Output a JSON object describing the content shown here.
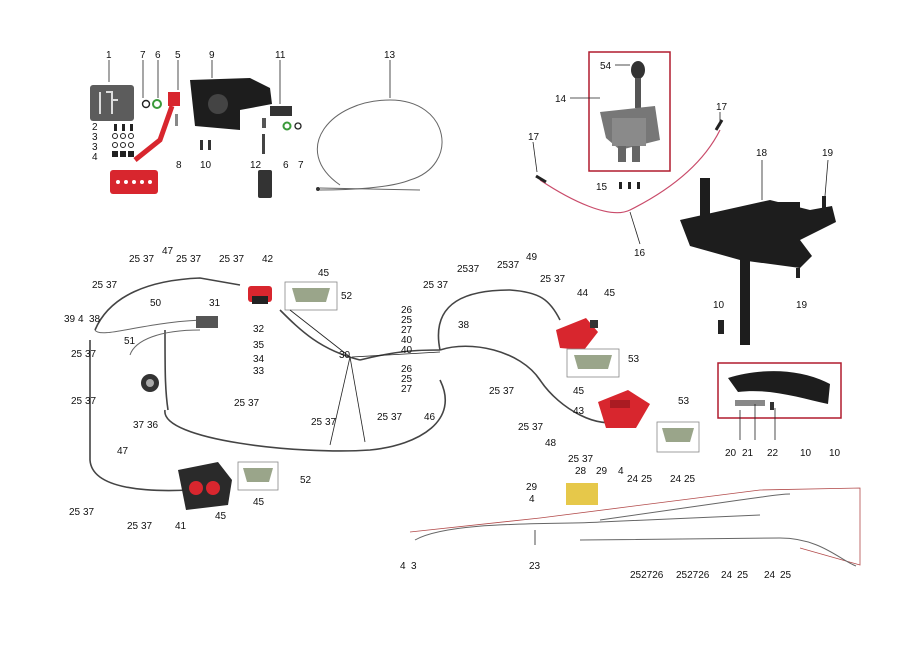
{
  "callouts": [
    {
      "text": "1"
    },
    {
      "text": "7"
    },
    {
      "text": "6"
    },
    {
      "text": "5"
    },
    {
      "text": "9"
    },
    {
      "text": "11"
    },
    {
      "text": "13"
    },
    {
      "text": "54"
    },
    {
      "text": "14"
    },
    {
      "text": "17"
    },
    {
      "text": "17"
    },
    {
      "text": "2"
    },
    {
      "text": "3"
    },
    {
      "text": "3"
    },
    {
      "text": "4"
    },
    {
      "text": "8"
    },
    {
      "text": "10"
    },
    {
      "text": "12"
    },
    {
      "text": "6"
    },
    {
      "text": "7"
    },
    {
      "text": "18"
    },
    {
      "text": "19"
    },
    {
      "text": "15"
    },
    {
      "text": "16"
    },
    {
      "text": "19"
    },
    {
      "text": "10"
    },
    {
      "text": "25"
    },
    {
      "text": "37"
    },
    {
      "text": "47"
    },
    {
      "text": "25"
    },
    {
      "text": "37"
    },
    {
      "text": "25"
    },
    {
      "text": "37"
    },
    {
      "text": "42"
    },
    {
      "text": "45"
    },
    {
      "text": "52"
    },
    {
      "text": "25"
    },
    {
      "text": "37"
    },
    {
      "text": "39"
    },
    {
      "text": "4"
    },
    {
      "text": "38"
    },
    {
      "text": "50"
    },
    {
      "text": "31"
    },
    {
      "text": "51"
    },
    {
      "text": "32"
    },
    {
      "text": "35"
    },
    {
      "text": "34"
    },
    {
      "text": "33"
    },
    {
      "text": "25"
    },
    {
      "text": "37"
    },
    {
      "text": "2537"
    },
    {
      "text": "2537"
    },
    {
      "text": "49"
    },
    {
      "text": "25"
    },
    {
      "text": "37"
    },
    {
      "text": "25"
    },
    {
      "text": "37"
    },
    {
      "text": "44"
    },
    {
      "text": "45"
    },
    {
      "text": "26"
    },
    {
      "text": "25"
    },
    {
      "text": "27"
    },
    {
      "text": "40"
    },
    {
      "text": "40"
    },
    {
      "text": "38"
    },
    {
      "text": "30"
    },
    {
      "text": "53"
    },
    {
      "text": "26"
    },
    {
      "text": "25"
    },
    {
      "text": "27"
    },
    {
      "text": "25"
    },
    {
      "text": "37"
    },
    {
      "text": "45"
    },
    {
      "text": "43"
    },
    {
      "text": "53"
    },
    {
      "text": "25"
    },
    {
      "text": "37"
    },
    {
      "text": "37"
    },
    {
      "text": "36"
    },
    {
      "text": "25"
    },
    {
      "text": "37"
    },
    {
      "text": "25"
    },
    {
      "text": "37"
    },
    {
      "text": "25"
    },
    {
      "text": "37"
    },
    {
      "text": "46"
    },
    {
      "text": "25"
    },
    {
      "text": "37"
    },
    {
      "text": "48"
    },
    {
      "text": "25"
    },
    {
      "text": "37"
    },
    {
      "text": "47"
    },
    {
      "text": "52"
    },
    {
      "text": "25"
    },
    {
      "text": "37"
    },
    {
      "text": "25"
    },
    {
      "text": "37"
    },
    {
      "text": "41"
    },
    {
      "text": "45"
    },
    {
      "text": "45"
    },
    {
      "text": "28"
    },
    {
      "text": "29"
    },
    {
      "text": "29"
    },
    {
      "text": "4"
    },
    {
      "text": "4"
    },
    {
      "text": "24"
    },
    {
      "text": "25"
    },
    {
      "text": "24"
    },
    {
      "text": "25"
    },
    {
      "text": "20"
    },
    {
      "text": "21"
    },
    {
      "text": "22"
    },
    {
      "text": "10"
    },
    {
      "text": "10"
    },
    {
      "text": "4"
    },
    {
      "text": "3"
    },
    {
      "text": "23"
    },
    {
      "text": "252726"
    },
    {
      "text": "252726"
    },
    {
      "text": "24"
    },
    {
      "text": "25"
    },
    {
      "text": "24"
    },
    {
      "text": "25"
    }
  ],
  "colors": {
    "accent_red": "#d8262e",
    "box_red": "#b01c2e",
    "frame_dark": "#1d1d1d",
    "hose_grey": "#444444",
    "pad_green": "#9aa58a",
    "plate_yellow": "#e6c84a"
  }
}
